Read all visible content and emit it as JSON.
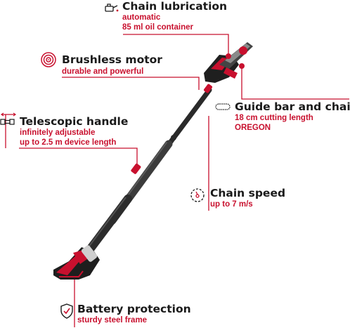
{
  "accent_color": "#c8102e",
  "text_color": "#1a1a1a",
  "product": "pole-chainsaw",
  "features": {
    "chain_lubrication": {
      "icon": "oil-can-icon",
      "title": "Chain lubrication",
      "lines": [
        "automatic",
        "85 ml oil container"
      ]
    },
    "brushless_motor": {
      "icon": "motor-icon",
      "title": "Brushless motor",
      "lines": [
        "durable and powerful"
      ]
    },
    "guide_bar": {
      "icon": "chain-bar-icon",
      "title": "Guide bar and chain",
      "lines": [
        "18 cm cutting length",
        "OREGON"
      ]
    },
    "telescopic_handle": {
      "icon": "telescopic-icon",
      "title": "Telescopic handle",
      "lines": [
        "infinitely adjustable",
        "up to 2.5 m device length"
      ]
    },
    "chain_speed": {
      "icon": "speed-icon",
      "title": "Chain speed",
      "lines": [
        "up to 7 m/s"
      ]
    },
    "battery_protection": {
      "icon": "shield-check-icon",
      "title": "Battery protection",
      "lines": [
        "sturdy steel frame"
      ]
    }
  }
}
